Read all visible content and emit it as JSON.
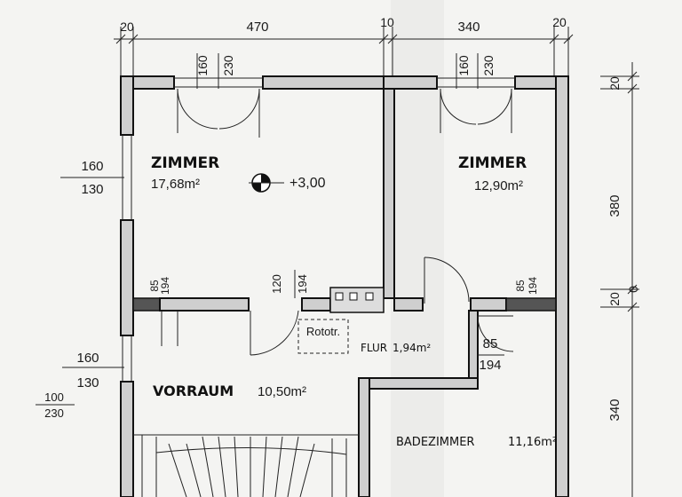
{
  "dimensions": {
    "top": [
      "20",
      "470",
      "10",
      "340",
      "20"
    ],
    "left_window_top": [
      "160",
      "130"
    ],
    "left_window_bottom": [
      "160",
      "130"
    ],
    "left_door": [
      "100",
      "230"
    ],
    "right": [
      "20",
      "380",
      "20",
      "0",
      "340"
    ],
    "window_top_left": [
      "160",
      "230"
    ],
    "window_top_right": [
      "160",
      "230"
    ],
    "opening_a": [
      "85",
      "194"
    ],
    "opening_b": [
      "120",
      "194"
    ],
    "opening_c": [
      "85",
      "194"
    ],
    "opening_d": [
      "85",
      "194"
    ]
  },
  "rooms": {
    "zimmer_1": {
      "name": "ZIMMER",
      "area": "17,68m²"
    },
    "zimmer_2": {
      "name": "ZIMMER",
      "area": "12,90m²"
    },
    "vorraum": {
      "name": "VORRAUM",
      "area": "10,50m²"
    },
    "flur": {
      "name": "FLUR",
      "area": "1,94m²"
    },
    "badezimmer": {
      "name": "BADEZIMMER",
      "area": "11,16m²"
    }
  },
  "level_mark": "+3,00",
  "rotor_label": "Rototr."
}
